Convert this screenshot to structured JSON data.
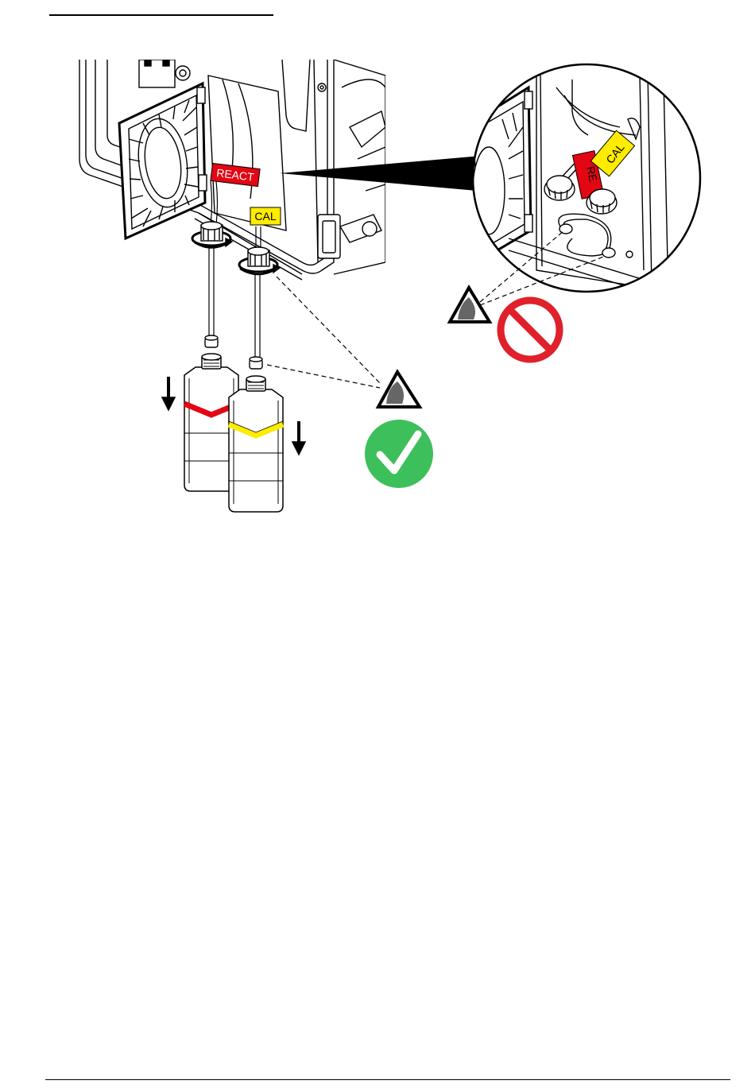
{
  "labels": {
    "react": "REACT",
    "cal": "CAL",
    "react_zoom": "RE",
    "cal_zoom": "CAL"
  },
  "colors": {
    "react_tag": "#e30613",
    "cal_tag": "#ffec00",
    "ok_circle": "#3dbf5b",
    "no_circle": "#e0202a",
    "line": "#000000",
    "bottle_fill": "#ffffff"
  },
  "icons": {
    "correct": "checkmark-icon",
    "incorrect": "prohibited-icon",
    "view": "eye-view-icon"
  }
}
